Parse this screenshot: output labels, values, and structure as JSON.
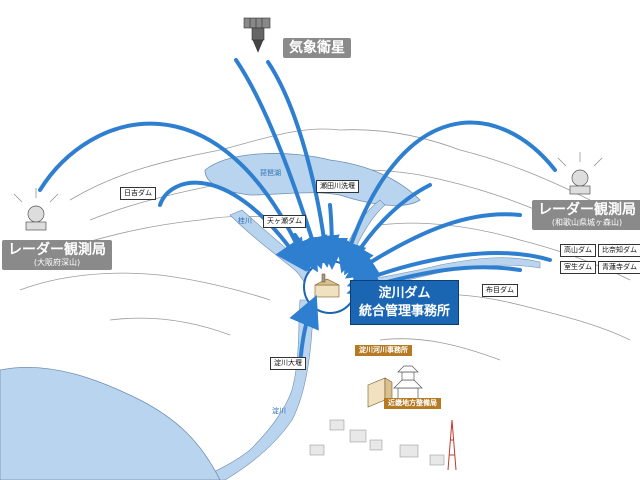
{
  "satellite": {
    "label": "気象衛星",
    "icon": "satellite-icon"
  },
  "radars": [
    {
      "title": "レーダー観測局",
      "location": "(大阪府深山)"
    },
    {
      "title": "レーダー観測局",
      "location": "(和歌山県城ヶ森山)"
    }
  ],
  "dams_left": [
    {
      "label": "日吉ダム"
    },
    {
      "label": "天ヶ瀬ダム"
    },
    {
      "label": "瀬田川洗堰"
    }
  ],
  "dams_right": [
    {
      "label": "高山ダム"
    },
    {
      "label": "比奈知ダム"
    },
    {
      "label": "室生ダム"
    },
    {
      "label": "青蓮寺ダム"
    },
    {
      "label": "布目ダム"
    }
  ],
  "lower": [
    {
      "label": "淀川大堰"
    }
  ],
  "water_names": {
    "lake": "琵琶湖",
    "katsura": "桂川",
    "yodo": "淀川"
  },
  "hq": {
    "line1": "淀川ダム",
    "line2": "統合管理事務所"
  },
  "offices": [
    {
      "label": "淀川河川事務所"
    },
    {
      "label": "近畿地方整備局"
    }
  ],
  "colors": {
    "arrow": "#2f7fd0",
    "water": "#b9d4ee",
    "hq_bg": "#1a66b3",
    "office_bg": "#b57a22",
    "label_bg": "#8a8a8a"
  }
}
